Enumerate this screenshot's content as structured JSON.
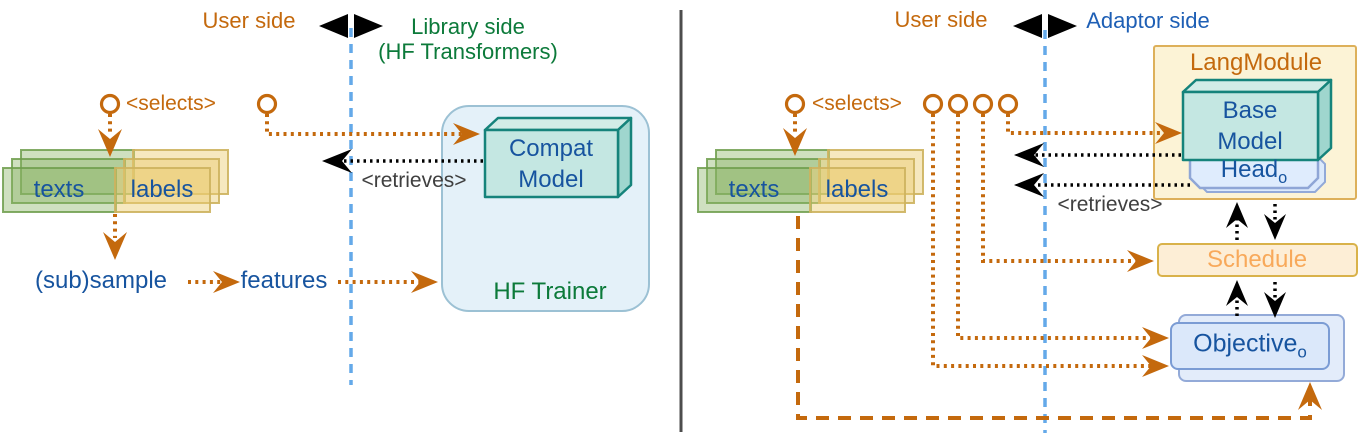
{
  "colors": {
    "orange_accent": "#C4690D",
    "blue_text": "#17549F",
    "adaptor_blue_text": "#1E5FB5",
    "green_text": "#0C7A3A",
    "gray_text": "#3F3F3F",
    "lifeline_blue_dashed": "#64A9E9",
    "panel_divider_gray": "#4D4D4D",
    "teal_model_fill": "#C4E7E2",
    "teal_model_border": "#15837B",
    "hf_trainer_fill": "#E4F1F9",
    "langmodule_fill": "#FCF3D6",
    "langmodule_border": "#DDB05A",
    "schedule_fill": "#FDEED6",
    "schedule_text": "#F8A95A",
    "objective_fill": "#DBE8FA",
    "objective_border": "#7B9CD4",
    "head_fill": "#DFECFD",
    "texts_stack_green": "#86B261",
    "labels_stack_yellow": "#EBCD72"
  },
  "left": {
    "header": {
      "user_side": "User side",
      "library_side_line1": "Library side",
      "library_side_line2": "(HF Transformers)"
    },
    "selects": "<selects>",
    "retrieves": "<retrieves>",
    "data_stack": {
      "texts": "texts",
      "labels": "labels"
    },
    "subsample": "(sub)sample",
    "features": "features",
    "compat_model_line1": "Compat",
    "compat_model_line2": "Model",
    "hf_trainer": "HF Trainer"
  },
  "right": {
    "header": {
      "user_side": "User side",
      "adaptor_side": "Adaptor side"
    },
    "selects": "<selects>",
    "retrieves": "<retrieves>",
    "data_stack": {
      "texts": "texts",
      "labels": "labels"
    },
    "langmodule": "LangModule",
    "base_model_line1": "Base",
    "base_model_line2": "Model",
    "head": {
      "name": "Head",
      "subscript": "o"
    },
    "schedule": "Schedule",
    "objective": {
      "name": "Objective",
      "subscript": "o"
    }
  }
}
